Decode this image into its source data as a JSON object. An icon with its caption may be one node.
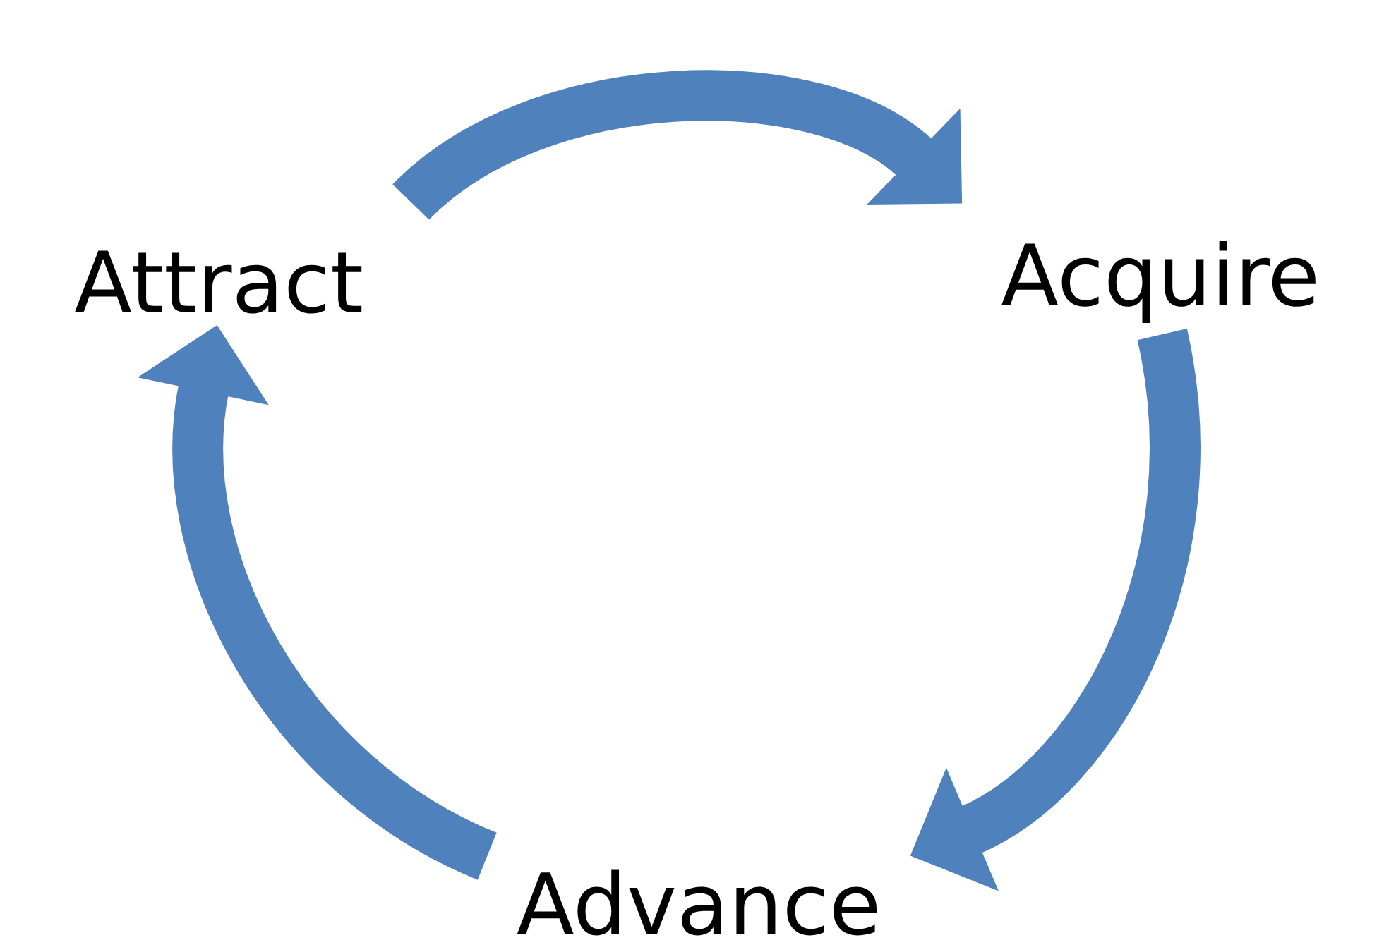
{
  "diagram": {
    "nodes": [
      {
        "text": [
          "Attract"
        ]
      },
      {
        "text": [
          "Acquire"
        ]
      },
      {
        "text": [
          "Advance"
        ]
      }
    ],
    "edges": [
      {
        "from": 0,
        "to": 1,
        "arrow": "to"
      },
      {
        "from": 1,
        "to": 2,
        "arrow": "to"
      },
      {
        "from": 2,
        "to": 0,
        "arrow": "to"
      }
    ]
  }
}
